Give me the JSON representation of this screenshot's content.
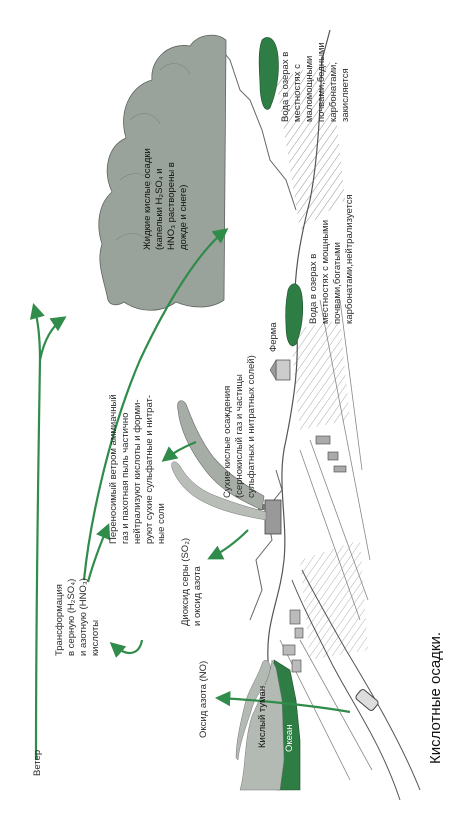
{
  "caption": "Кислотные осадки.",
  "labels": {
    "wind": "Ветер",
    "acid_fog": "Кислый туман",
    "ocean": "Океан",
    "nitrogen_oxide": "Оксид азота (NO)",
    "sulfur_dioxide": [
      "Диоксид серы (SO₂)",
      "и оксид азота"
    ],
    "transformation": [
      "Трансформация",
      "в серную (H₂SO₄)",
      "и азотную (HNO₃)",
      "кислоты"
    ],
    "ammonia": [
      "Переносимый ветром аммиачный",
      "газ и пахотная пыль частично",
      "нейтрализуют кислоты и форми-",
      "руют сухие сульфатные и нитрат-",
      "ные соли"
    ],
    "dry_deposition": [
      "Сухие кислые осаждения",
      "(сернокислый газ и частицы",
      "сульфатных и нитратных солей)"
    ],
    "wet_deposition": [
      "Жидкие кислые осадки",
      "(капельки H₂SO₄ и",
      "HNO₃ растворены в",
      "дожде и снеге)"
    ],
    "farm": "Ферма",
    "lake_neutral": [
      "Вода в озерах в",
      "местностях с мощными",
      "почвами,богатыми",
      "карбонатами,нейтрализуется"
    ],
    "lake_acid": [
      "Вода в озерах в",
      "местностях с",
      "маломощными",
      "почвами,бедными",
      "карбонатами,",
      "закисляется"
    ]
  },
  "colors": {
    "arrow_green": "#2f8c4a",
    "ocean_green": "#2e7d45",
    "cloud_gray": "#9aa39b",
    "fog_gray": "#b3b9b3",
    "sketch": "#555555"
  }
}
